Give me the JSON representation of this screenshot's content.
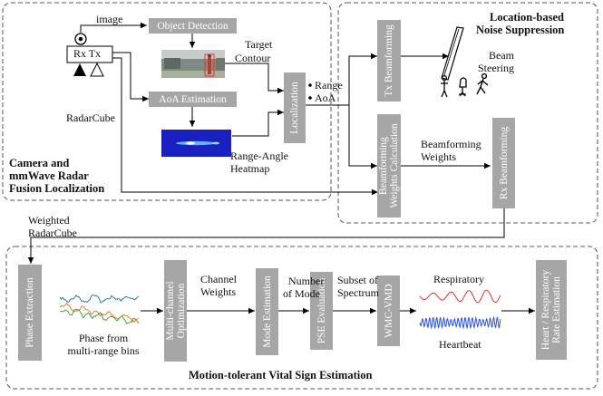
{
  "modules": {
    "camera_fusion": {
      "title_line1": "Camera and",
      "title_line2": "mmWave Radar",
      "title_line3": "Fusion Localization"
    },
    "noise_suppression": {
      "title_line1": "Location-based",
      "title_line2": "Noise Suppression"
    },
    "vital_sign": {
      "title": "Motion-tolerant Vital Sign Estimation"
    }
  },
  "radar": {
    "label": "Rx Tx"
  },
  "boxes": {
    "object_detection": "Object Detection",
    "aoa_estimation": "AoA Estimation",
    "localization": "Localization",
    "tx_beamforming": "Tx Beamforming",
    "bw_calc_line1": "Beamforming",
    "bw_calc_line2": "Weights Calculation",
    "rx_beamforming": "Rx Beamforming",
    "phase_extraction": "Phase Extraction",
    "mco_line1": "Multi-channel",
    "mco_line2": "Optimization",
    "mode_estimation": "Mode Estimation",
    "pse_evaluation": "PSE Evaluation",
    "wmc_vmd": "WMC-VMD",
    "rate_line1": "Heart / Respiratory",
    "rate_line2": "Rate Estimation"
  },
  "labels": {
    "image": "image",
    "target_contour_1": "Target",
    "target_contour_2": "Contour",
    "radarcube": "RadarCube",
    "range_angle_1": "Range-Angle",
    "range_angle_2": "Heatmap",
    "range": "Range",
    "aoa": "AoA",
    "beam_steering_1": "Beam",
    "beam_steering_2": "Steering",
    "bw_weights_1": "Beamforming",
    "bw_weights_2": "Weights",
    "weighted_radarcube_1": "Weighted",
    "weighted_radarcube_2": "RadarCube",
    "phase_bins_1": "Phase from",
    "phase_bins_2": "multi-range bins",
    "channel_weights_1": "Channel",
    "channel_weights_2": "Weights",
    "number_mode_1": "Number",
    "number_mode_2": "of Mode",
    "subset_spectrum_1": "Subset of",
    "subset_spectrum_2": "Spectrum",
    "respiratory": "Respiratory",
    "heartbeat": "Heartbeat"
  },
  "colors": {
    "box_fill": "#a6a6a6",
    "respiratory_wave": "#e03030",
    "heartbeat_wave": "#3050e0",
    "phase_blue": "#2e75b6",
    "phase_orange": "#ed7d31",
    "phase_green": "#4aa040",
    "heatmap_bg": "#1a20c0"
  }
}
